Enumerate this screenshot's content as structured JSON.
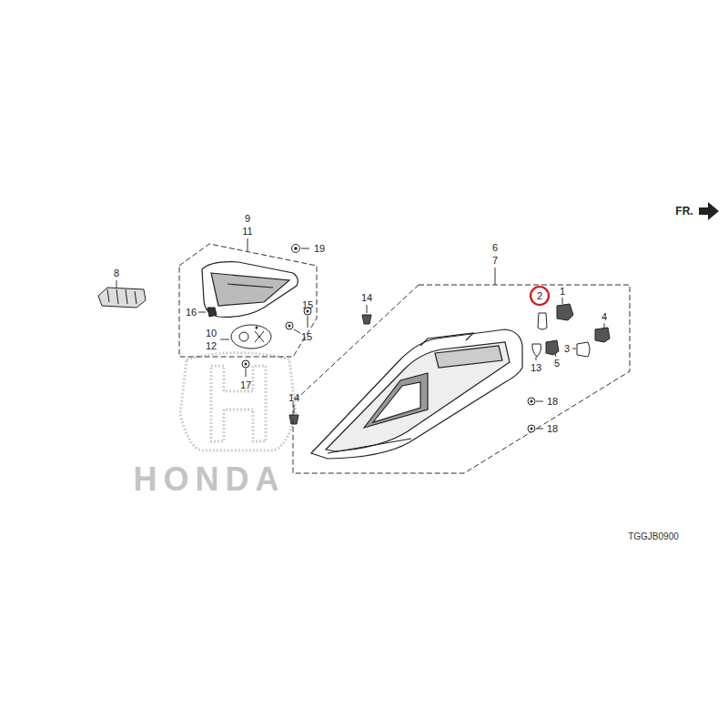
{
  "diagram": {
    "labels": [
      "9",
      "11",
      "8",
      "19",
      "16",
      "10",
      "12",
      "15",
      "15",
      "17",
      "14",
      "14",
      "6",
      "7",
      "2",
      "1",
      "4",
      "3",
      "5",
      "13",
      "18",
      "18",
      "HONDA",
      "FR.",
      "TGGJB0900"
    ]
  }
}
